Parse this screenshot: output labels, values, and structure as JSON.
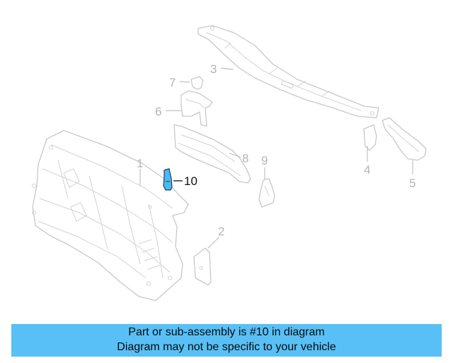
{
  "diagram": {
    "callouts": [
      "1",
      "2",
      "3",
      "4",
      "5",
      "6",
      "7",
      "8",
      "9",
      "10"
    ],
    "highlighted_part": "10",
    "highlight_color": "#4cbaf2",
    "parts_color": "#c8c8c8"
  },
  "banner": {
    "line1": "Part or sub-assembly is #10 in diagram",
    "line2": "Diagram may not be specific to your vehicle",
    "background": "#58c0f6"
  }
}
